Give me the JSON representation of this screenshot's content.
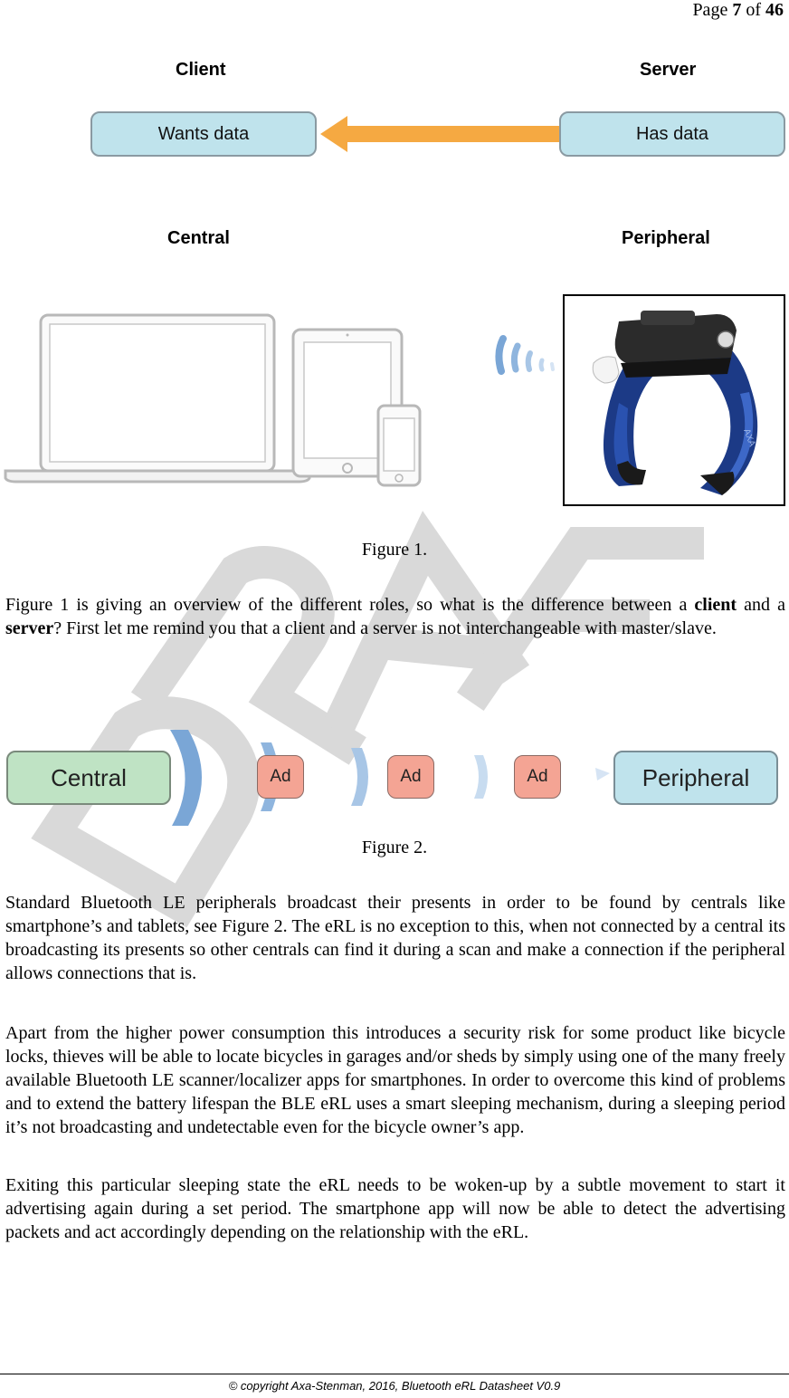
{
  "page_number": {
    "prefix": "Page ",
    "current": "7",
    "sep": " of ",
    "total": "46"
  },
  "figure1": {
    "client_label": "Client",
    "server_label": "Server",
    "wants_data": "Wants data",
    "has_data": "Has data",
    "central_label": "Central",
    "peripheral_label": "Peripheral",
    "lock_brand": "AXA",
    "caption": "Figure 1."
  },
  "para1": {
    "t1": "Figure 1 is giving an overview of the different roles, so what is the difference between a ",
    "b1": "client",
    "t2": " and a ",
    "b2": "server",
    "t3": "? First let me remind you that a client and a server is not interchangeable with master/slave."
  },
  "figure2": {
    "central": "Central",
    "ad": "Ad",
    "peripheral": "Peripheral",
    "caption": "Figure 2."
  },
  "para2": "Standard Bluetooth LE peripherals broadcast their presents in order to be found by centrals like smartphone’s and tablets, see Figure 2. The eRL is no exception to this, when not connected by a central its broadcasting its presents so other centrals can find it during a scan and make a connection if the peripheral allows connections that is.",
  "para3": "Apart from the higher power consumption this introduces a security risk for some product like bicycle locks, thieves will be able to locate bicycles in garages and/or sheds by simply using one of the many freely available Bluetooth LE scanner/localizer apps for smartphones. In order to overcome this kind of problems and to extend the battery lifespan the BLE eRL uses a smart sleeping mechanism, during a sleeping period it’s not broadcasting and undetectable even for the bicycle owner’s app.",
  "para4": "Exiting this particular sleeping state the eRL needs to be woken-up by a subtle movement to start it advertising again during a set period. The smartphone app will now be able to detect the advertising packets and act accordingly depending on the relationship with the eRL.",
  "footer": "© copyright Axa-Stenman, 2016, Bluetooth eRL Datasheet V0.9",
  "colors": {
    "box_blue": "#bfe3ec",
    "arrow_orange": "#f5a942",
    "central_green": "#bfe3c4",
    "ad_red": "#f4a494",
    "wave_blue": "#7aa6d6",
    "watermark_gray": "#d9d9d9"
  }
}
